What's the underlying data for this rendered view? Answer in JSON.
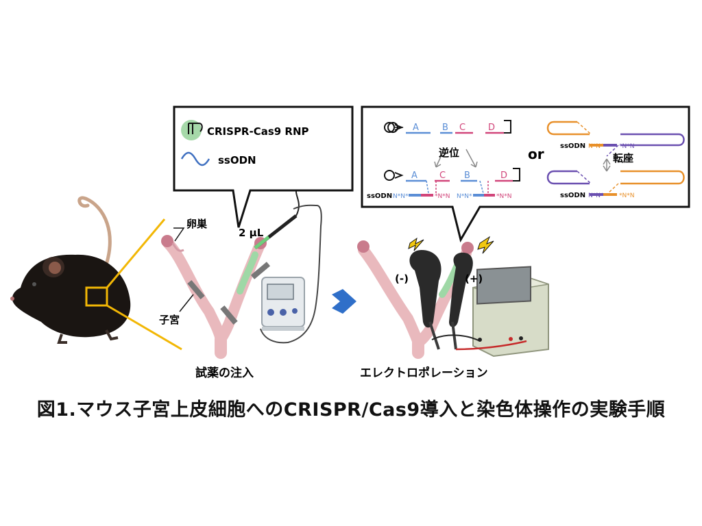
{
  "figure": {
    "caption": "図1.マウス子宮上皮細胞へのCRISPR/Cas9導入と染色体操作の実験手順"
  },
  "anatomy": {
    "ovary_label": "卵巣",
    "uterus_label": "子宮",
    "volume_label": "2 μL"
  },
  "legend": {
    "rnp_label": "CRISPR-Cas9 RNP",
    "ssodn_label": "ssODN"
  },
  "steps": {
    "injection_label": "試薬の注入",
    "electroporation_label": "エレクトロポレーション"
  },
  "electrodes": {
    "negative_label": "(-)",
    "positive_label": "(+)"
  },
  "inversion": {
    "title": "逆位",
    "top_segments": [
      "A",
      "B",
      "C",
      "D"
    ],
    "bottom_segments": [
      "A",
      "C",
      "B",
      "D"
    ],
    "ssodn_label": "ssODN",
    "junction_1": "N*N*",
    "junction_2": "*N*N",
    "junction_3": "N*N*",
    "junction_4": "*N*N"
  },
  "or_label": "or",
  "translocation": {
    "title": "転座",
    "ssodn_label_1": "ssODN",
    "ssodn_label_2": "ssODN",
    "junction_1": "N*N*",
    "junction_2": "*N*N",
    "junction_3": "N*N*",
    "junction_4": "*N*N"
  },
  "colors": {
    "blue_segment": "#5b8ed6",
    "pink_segment": "#d1457a",
    "orange_chrom": "#e8902a",
    "purple_chrom": "#6a4fb0",
    "zoom_lines": "#f2b705",
    "arrow": "#2f6fc9"
  }
}
